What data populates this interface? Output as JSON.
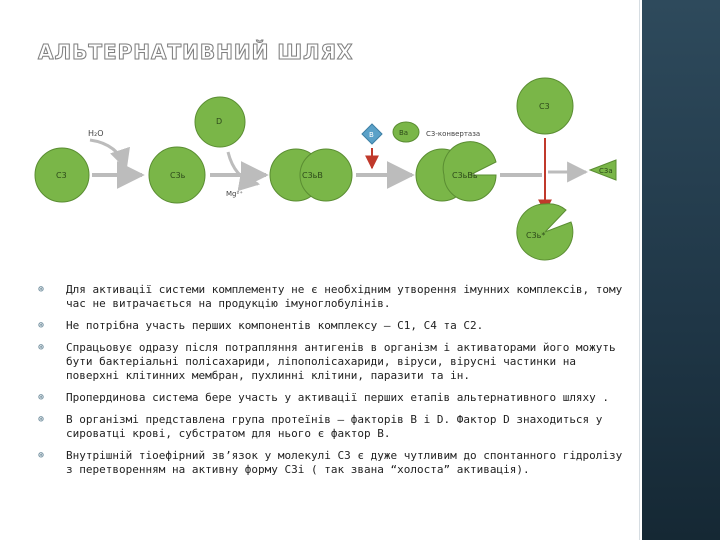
{
  "title": "АЛЬТЕРНАТИВНИЙ ШЛЯХ",
  "diagram": {
    "h2o": "H₂O",
    "d": "D",
    "c3": "C3",
    "c3b": "C3ь",
    "mg": "Mg²⁺",
    "c3bb": "C3ьB",
    "b": "B",
    "ba": "Ba",
    "convertase": "C3-конвертаза",
    "c3bbb": "C3ьBь",
    "c3_top": "C3",
    "c3a": "C3a",
    "c3b_bottom": "C3ь*"
  },
  "bullets": [
    "Для активації системи комплементу не є необхідним утворення імунних комплексів, тому час не витрачається на продукцію імуноглобулінів.",
    "Не потрібна участь перших компонентів комплексу – С1, С4 та С2.",
    "Спрацьовує одразу після потрапляння антигенів в організм і активаторами його можуть бути бактеріальні полісахариди, ліпополісахариди, віруси, вірусні частинки на поверхні клітинних мембран, пухлинні клітини, паразити та ін.",
    "Пропердинова система бере участь у активації перших етапів альтернативного шляху .",
    "В організмі представлена група протеїнів – факторів В і D. Фактор D знаходиться у сироватці крові, субстратом для нього є фактор В.",
    "Внутрішній тіоефірний зв’язок у молекулі С3 є дуже чутливим до спонтанного гідролізу з перетворенням на активну форму С3і ( так звана “холоста” активація)."
  ]
}
